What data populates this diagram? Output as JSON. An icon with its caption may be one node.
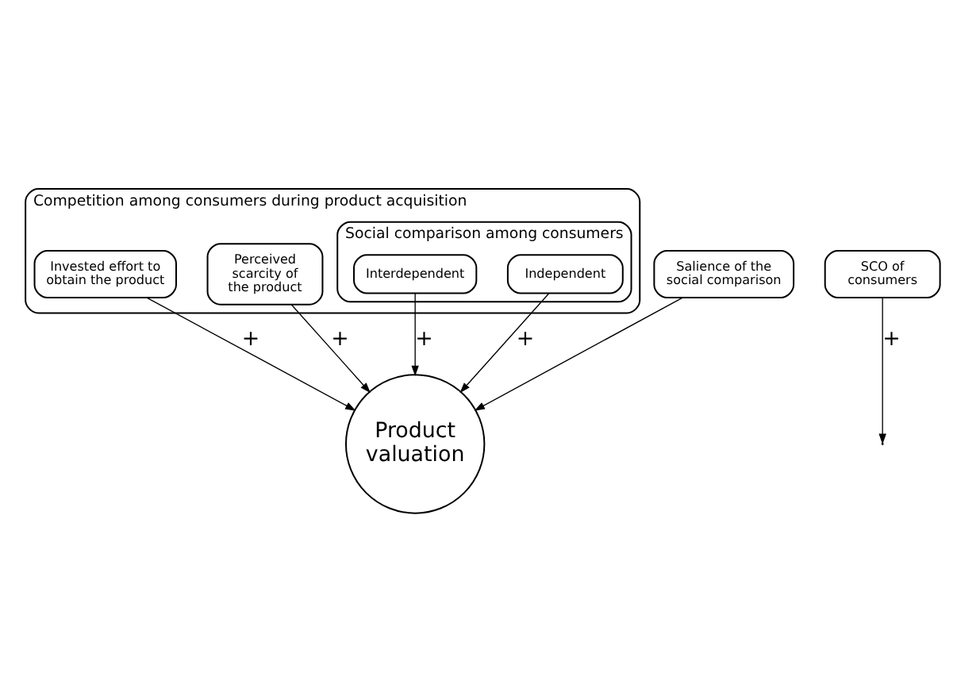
{
  "diagram": {
    "nodes": [
      {
        "text": [
          "Competition among consumers during product acquisition"
        ]
      },
      {
        "text": [
          "Invested effort to obtain the product"
        ],
        "in": 0
      },
      {
        "text": [
          "Perceived scarcity of the product"
        ],
        "in": 0
      },
      {
        "text": [
          "Social comparison among consumers"
        ],
        "in": 0
      },
      {
        "text": [
          "Interdependent"
        ],
        "in": 3
      },
      {
        "text": [
          "Independent"
        ],
        "in": 3
      },
      {
        "text": [
          "Salience of the social comparison"
        ]
      },
      {
        "text": [
          "SCO of consumers"
        ]
      },
      {
        "text": [
          "Product valuation"
        ]
      }
    ],
    "edges": [
      {
        "from": 1,
        "to": 8,
        "arrow": "to",
        "label": "+"
      },
      {
        "from": 2,
        "to": 8,
        "arrow": "to",
        "label": "+"
      },
      {
        "from": 4,
        "to": 8,
        "arrow": "to",
        "label": "+"
      },
      {
        "from": 5,
        "to": 8,
        "arrow": "to",
        "label": "+"
      },
      {
        "from": 6,
        "to": 8,
        "arrow": "to"
      },
      {
        "from": 7,
        "to": null,
        "arrow": "to",
        "label": "+"
      }
    ]
  }
}
